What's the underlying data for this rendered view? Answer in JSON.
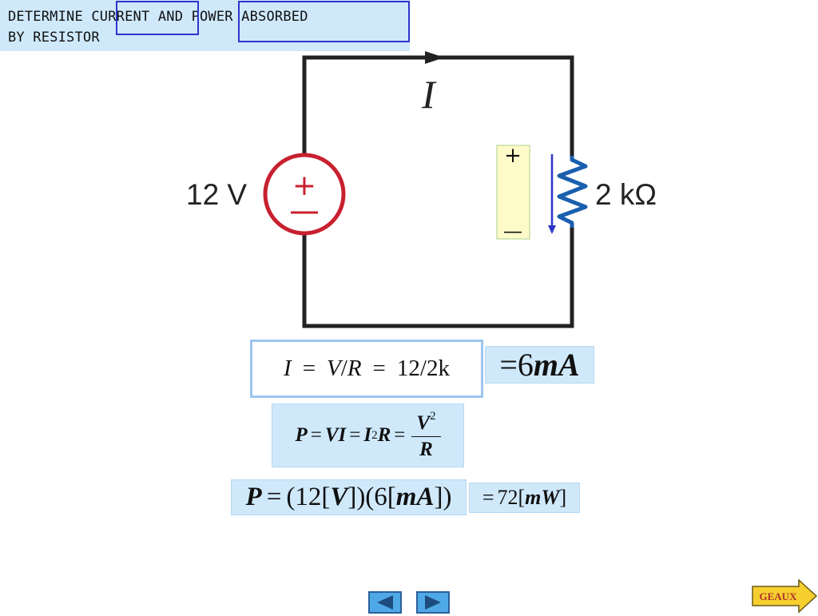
{
  "header": {
    "line1": "DETERMINE CURRENT AND POWER ABSORBED",
    "line2": "BY RESISTOR"
  },
  "circuit": {
    "current_label": "I",
    "source_label": "12 V",
    "source_symbol_plus": "+",
    "source_symbol_minus": "−",
    "resistor_label": "2 kΩ",
    "resistor_polarity_plus": "+",
    "resistor_polarity_minus": "—"
  },
  "equations": {
    "ohm": {
      "lhs": "I",
      "eq1": "=",
      "v": "V",
      "slash": "/",
      "r": "R",
      "eq2": "=",
      "value": "12/2k"
    },
    "ohm_result": {
      "eq": "=",
      "num": "6",
      "unit": "mA"
    },
    "power": {
      "p": "P",
      "eq1": "=",
      "vi": "VI",
      "eq2": "=",
      "i": "I",
      "i_exp": "2",
      "r": "R",
      "eq3": "=",
      "num": "V",
      "num_exp": "2",
      "den": "R"
    },
    "power_value": {
      "p": "P",
      "eq": "=",
      "a": "(12[",
      "v": "V",
      "b": "])(6[",
      "ma": "mA",
      "c": "])"
    },
    "power_result": {
      "eq": "=",
      "num": "72[",
      "unit": "mW",
      "close": "]"
    }
  },
  "nav": {
    "geaux_label": "GEAUX"
  },
  "colors": {
    "wire": "#222222",
    "source_circle": "#c8202f",
    "resistor": "#1a5fae",
    "arrow": "#2e35c9",
    "highlight_bg": "#cfe9fb",
    "nav_button": "#4fa9e6",
    "geaux_bg": "#f6cf2e",
    "geaux_text": "#b0322b"
  },
  "icons": {
    "prev": "triangle-left-icon",
    "next": "triangle-right-icon",
    "geaux": "arrow-right-icon"
  }
}
